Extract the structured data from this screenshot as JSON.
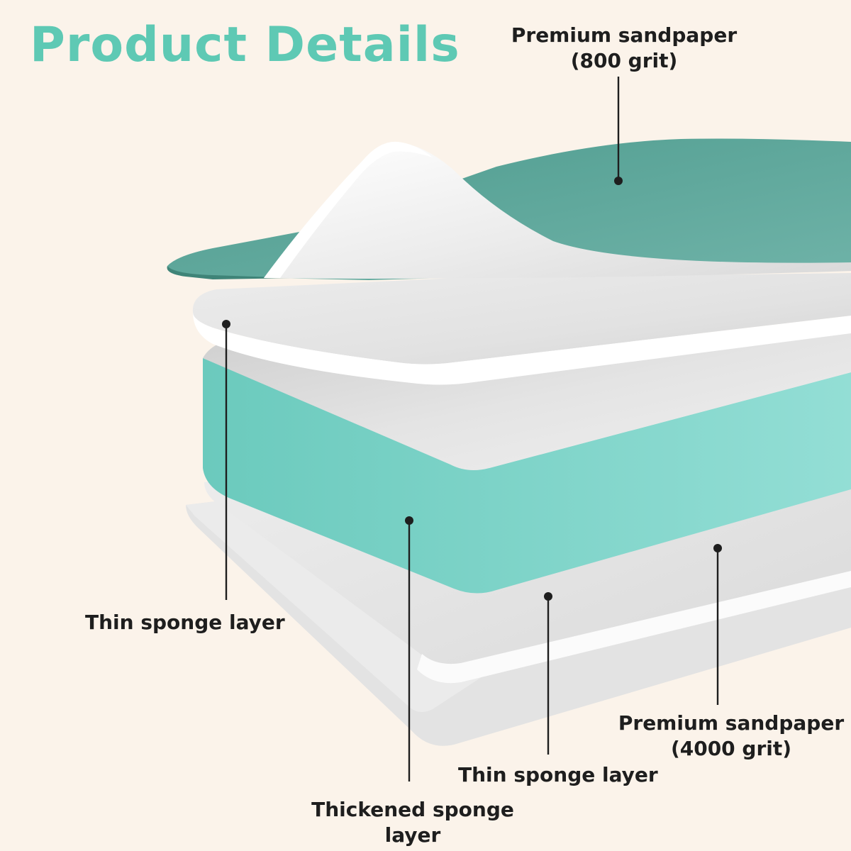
{
  "title": "Product Details",
  "labels": {
    "top_sandpaper": {
      "line1": "Premium sandpaper",
      "line2": "(800 grit)"
    },
    "thin_sponge_left": {
      "line1": "Thin sponge layer"
    },
    "thickened_sponge": {
      "line1": "Thickened sponge",
      "line2": "layer"
    },
    "thin_sponge_bottom": {
      "line1": "Thin sponge layer"
    },
    "bottom_sandpaper": {
      "line1": "Premium sandpaper",
      "line2": "(4000 grit)"
    }
  },
  "colors": {
    "background": "#fbf3ea",
    "title_teal": "#5ec9b4",
    "sandpaper_teal": "#5fa89c",
    "sponge_teal": "#87d8cf",
    "sponge_white": "#f3f3f3",
    "leader_line": "#1e1e1e"
  }
}
